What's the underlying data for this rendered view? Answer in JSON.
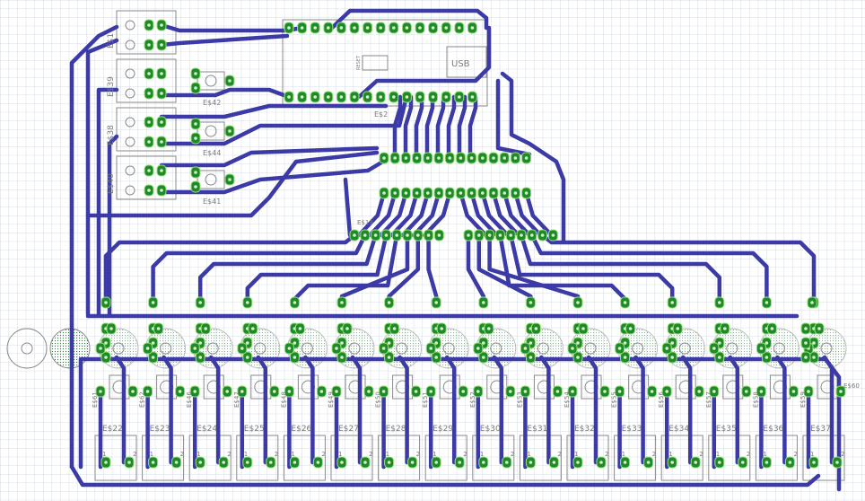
{
  "board": {
    "grid_color": "#c9d3df",
    "trace_color": "#3b3aa6",
    "pad_color": "#1f8a2a",
    "silk_color": "#7a7a7a"
  },
  "header": {
    "reset_label": "RESET",
    "usb_label": "USB",
    "mcu_label": "E$2"
  },
  "left_connectors": [
    {
      "label": "E$1"
    },
    {
      "label": "E$39"
    },
    {
      "label": "E$38"
    },
    {
      "label": "E$40"
    }
  ],
  "pots": [
    {
      "label": "E$42"
    },
    {
      "label": "E$44"
    },
    {
      "label": "E$41"
    }
  ],
  "mux_label": "E$19",
  "channels": [
    {
      "cap": "E$61",
      "jack": "E$22"
    },
    {
      "cap": "E$62",
      "jack": "E$23"
    },
    {
      "cap": "E$46",
      "jack": "E$24"
    },
    {
      "cap": "E$47",
      "jack": "E$25"
    },
    {
      "cap": "E$48",
      "jack": "E$26"
    },
    {
      "cap": "E$49",
      "jack": "E$27"
    },
    {
      "cap": "E$50",
      "jack": "E$28"
    },
    {
      "cap": "E$51",
      "jack": "E$29"
    },
    {
      "cap": "E$52",
      "jack": "E$30"
    },
    {
      "cap": "E$53",
      "jack": "E$31"
    },
    {
      "cap": "E$54",
      "jack": "E$32"
    },
    {
      "cap": "E$55",
      "jack": "E$33"
    },
    {
      "cap": "E$56",
      "jack": "E$34"
    },
    {
      "cap": "E$57",
      "jack": "E$35"
    },
    {
      "cap": "E$58",
      "jack": "E$36"
    },
    {
      "cap": "E$59",
      "jack": "E$37"
    }
  ],
  "right_label": "E$60",
  "pin_labels": [
    "1",
    "2"
  ]
}
